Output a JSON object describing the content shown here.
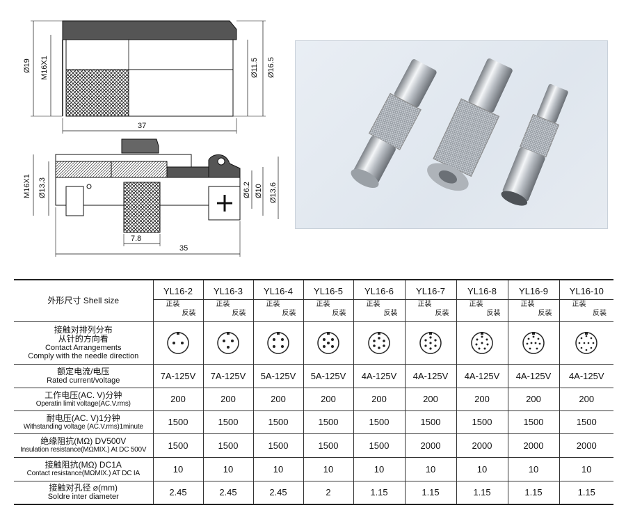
{
  "drawing_top": {
    "dim_diameter_19": "Ø19",
    "dim_thread": "M16X1",
    "dim_diameter_11_5": "Ø11.5",
    "dim_diameter_16_5": "Ø16.5",
    "dim_length_37": "37"
  },
  "drawing_bottom": {
    "dim_thread": "M16X1",
    "dim_diameter_13_3": "Ø13.3",
    "dim_diameter_6_2": "Ø6.2",
    "dim_diameter_10": "Ø10",
    "dim_diameter_13_6": "Ø13.6",
    "dim_length_7_8": "7.8",
    "dim_length_35": "35"
  },
  "table": {
    "header_label": "外形尺寸  Shell size",
    "models": [
      "YL16-2",
      "YL16-3",
      "YL16-4",
      "YL16-5",
      "YL16-6",
      "YL16-7",
      "YL16-8",
      "YL16-9",
      "YL16-10"
    ],
    "mount_front": "正装",
    "mount_reverse": "反装",
    "rows": [
      {
        "cn": "接触对排列分布",
        "cn2": "从针的方向看",
        "en": "Contact Arrangements",
        "en2": "Comply with the needle direction",
        "values": []
      },
      {
        "cn": "额定电流/电压",
        "en": "Rated current/voltage",
        "values": [
          "7A-125V",
          "7A-125V",
          "5A-125V",
          "5A-125V",
          "4A-125V",
          "4A-125V",
          "4A-125V",
          "4A-125V",
          "4A-125V"
        ]
      },
      {
        "cn": "工作电压(AC. V)分钟",
        "en": "Operatin limit voltage(AC.V.rms)",
        "values": [
          "200",
          "200",
          "200",
          "200",
          "200",
          "200",
          "200",
          "200",
          "200"
        ]
      },
      {
        "cn": "耐电压(AC. V)1分钟",
        "en": "Withstanding voltage (AC.V.rms)1minute",
        "values": [
          "1500",
          "1500",
          "1500",
          "1500",
          "1500",
          "1500",
          "1500",
          "1500",
          "1500"
        ]
      },
      {
        "cn": "绝缘阻抗(MΩ) DV500V",
        "en": "Insulation resistance(MΩMIX.) At DC 500V",
        "values": [
          "1500",
          "1500",
          "1500",
          "1500",
          "1500",
          "2000",
          "2000",
          "2000",
          "2000"
        ]
      },
      {
        "cn": "接触阻抗(MΩ) DC1A",
        "en": "Contact resistance(MΩMIX.) AT DC IA",
        "values": [
          "10",
          "10",
          "10",
          "10",
          "10",
          "10",
          "10",
          "10",
          "10"
        ]
      },
      {
        "cn": "接触对孔径 ⌀(mm)",
        "en": "Soldre inter diameter",
        "values": [
          "2.45",
          "2.45",
          "2.45",
          "2",
          "1.15",
          "1.15",
          "1.15",
          "1.15",
          "1.15"
        ]
      }
    ]
  }
}
